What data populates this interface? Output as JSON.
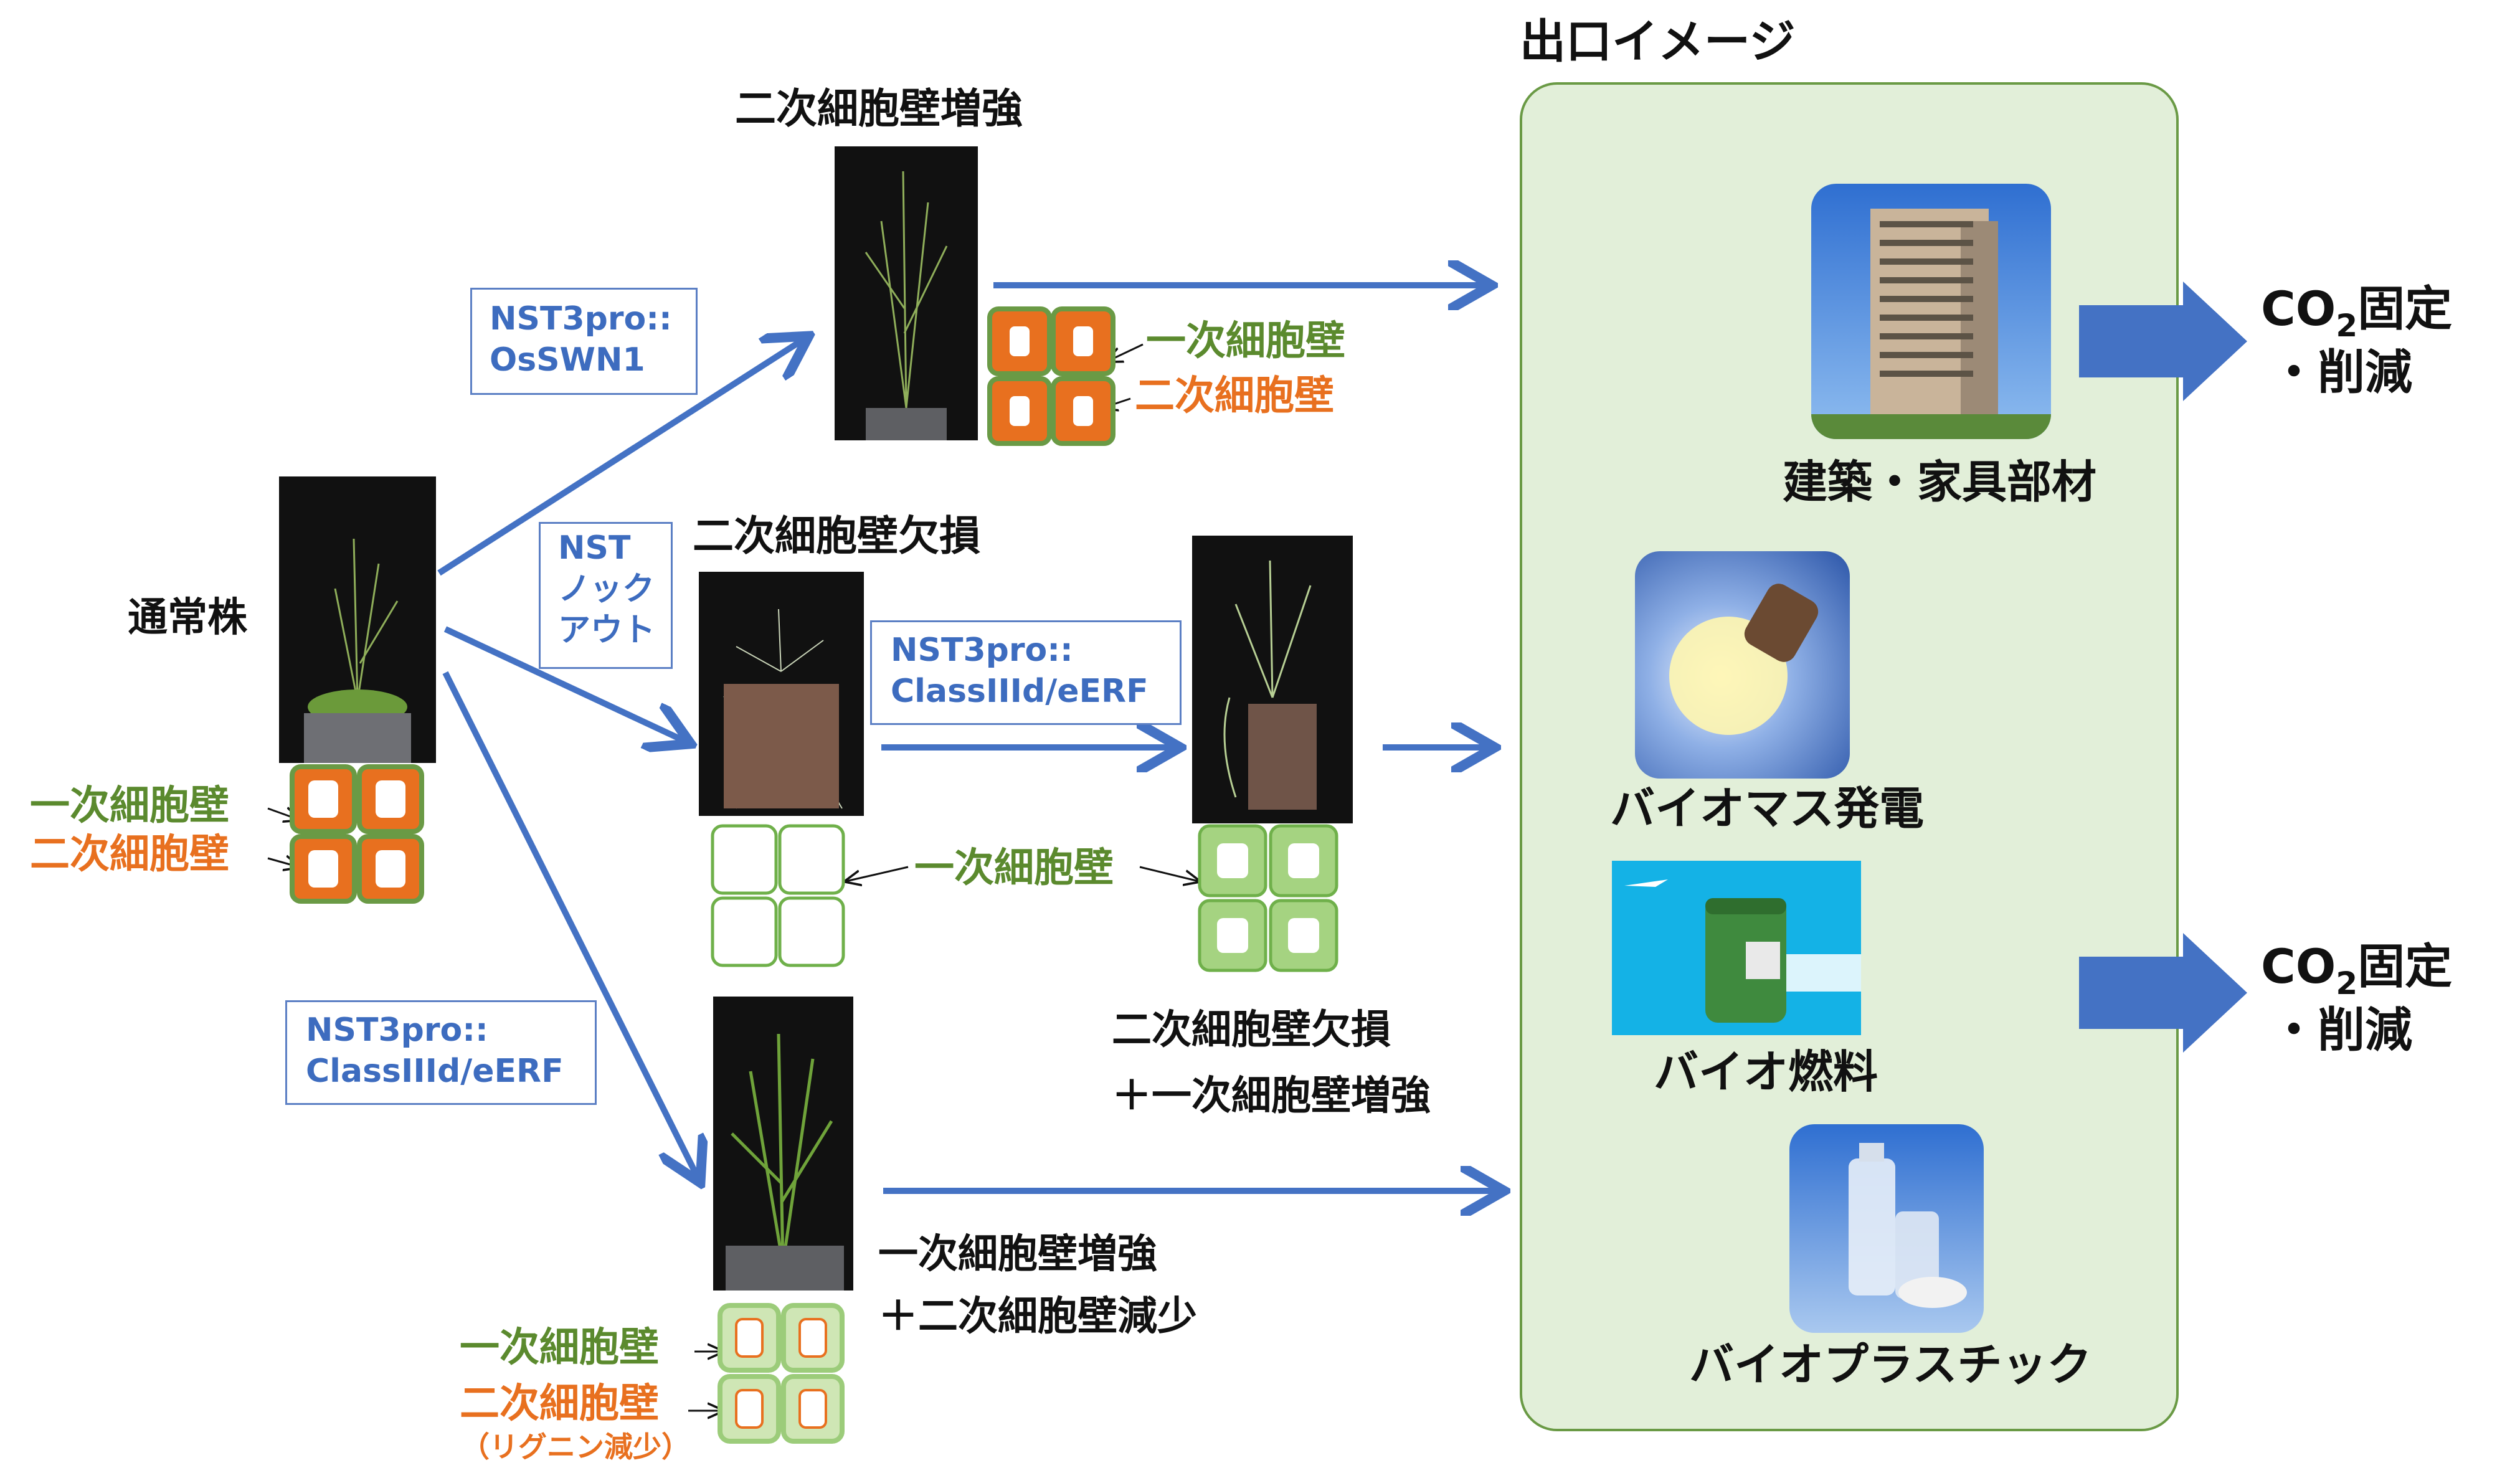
{
  "title_output": "出口イメージ",
  "normal_plant": "通常株",
  "primary_wall": "一次細胞壁",
  "secondary_wall": "二次細胞壁",
  "secondary_wall_lignin": "（リグニン減少）",
  "construct_top": {
    "line1": "NST3pro::",
    "line2": "OsSWN1"
  },
  "construct_nst": {
    "line1": "NST",
    "line2": "ノック",
    "line3": "アウト"
  },
  "construct_mid": {
    "line1": "NST3pro::",
    "line2": "ClassIIId/eERF"
  },
  "construct_bottom": {
    "line1": "NST3pro::",
    "line2": "ClassIIId/eERF"
  },
  "label_secondary_enhanced": "二次細胞壁増強",
  "label_secondary_deficient": "二次細胞壁欠損",
  "label_def_plus_primary": {
    "line1": "二次細胞壁欠損",
    "line2": "＋一次細胞壁増強"
  },
  "label_primary_plus_reduce": {
    "line1": "一次細胞壁増強",
    "line2": "＋二次細胞壁減少"
  },
  "outputs": {
    "building": "建築・家具部材",
    "biomass_power": "バイオマス発電",
    "biofuel": "バイオ燃料",
    "bioplastic": "バイオプラスチック"
  },
  "co2_top": {
    "co": "CO",
    "sub": "2",
    "rest": "固定",
    "line2": "・削減"
  },
  "co2_bottom": {
    "co": "CO",
    "sub": "2",
    "rest": "固定",
    "line2": "・削減"
  },
  "colors": {
    "arrow": "#4472c4",
    "green": "#5b8a2e",
    "orange": "#e8701f",
    "panel": "#e2efd9"
  }
}
